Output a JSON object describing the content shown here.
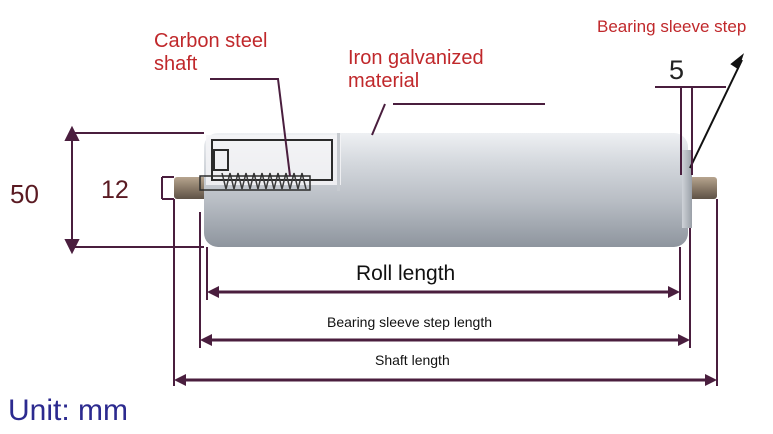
{
  "labels": {
    "carbon_steel_line1": "Carbon steel",
    "carbon_steel_line2": "shaft",
    "iron_line1": "Iron galvanized",
    "iron_line2": "material",
    "bearing_sleeve_step": "Bearing sleeve step",
    "step_value": "5",
    "diameter_outer": "50",
    "diameter_shaft": "12",
    "roll_length": "Roll length",
    "bearing_sleeve_step_length": "Bearing sleeve step length",
    "shaft_length": "Shaft length",
    "unit": "Unit: mm"
  },
  "colors": {
    "dimension_lines": "#4a1e3e",
    "callout_text": "#c0282b",
    "unit_text": "#2c2a8f",
    "roller_body": "#c9cdd3",
    "shaft": "#8a7a68"
  }
}
